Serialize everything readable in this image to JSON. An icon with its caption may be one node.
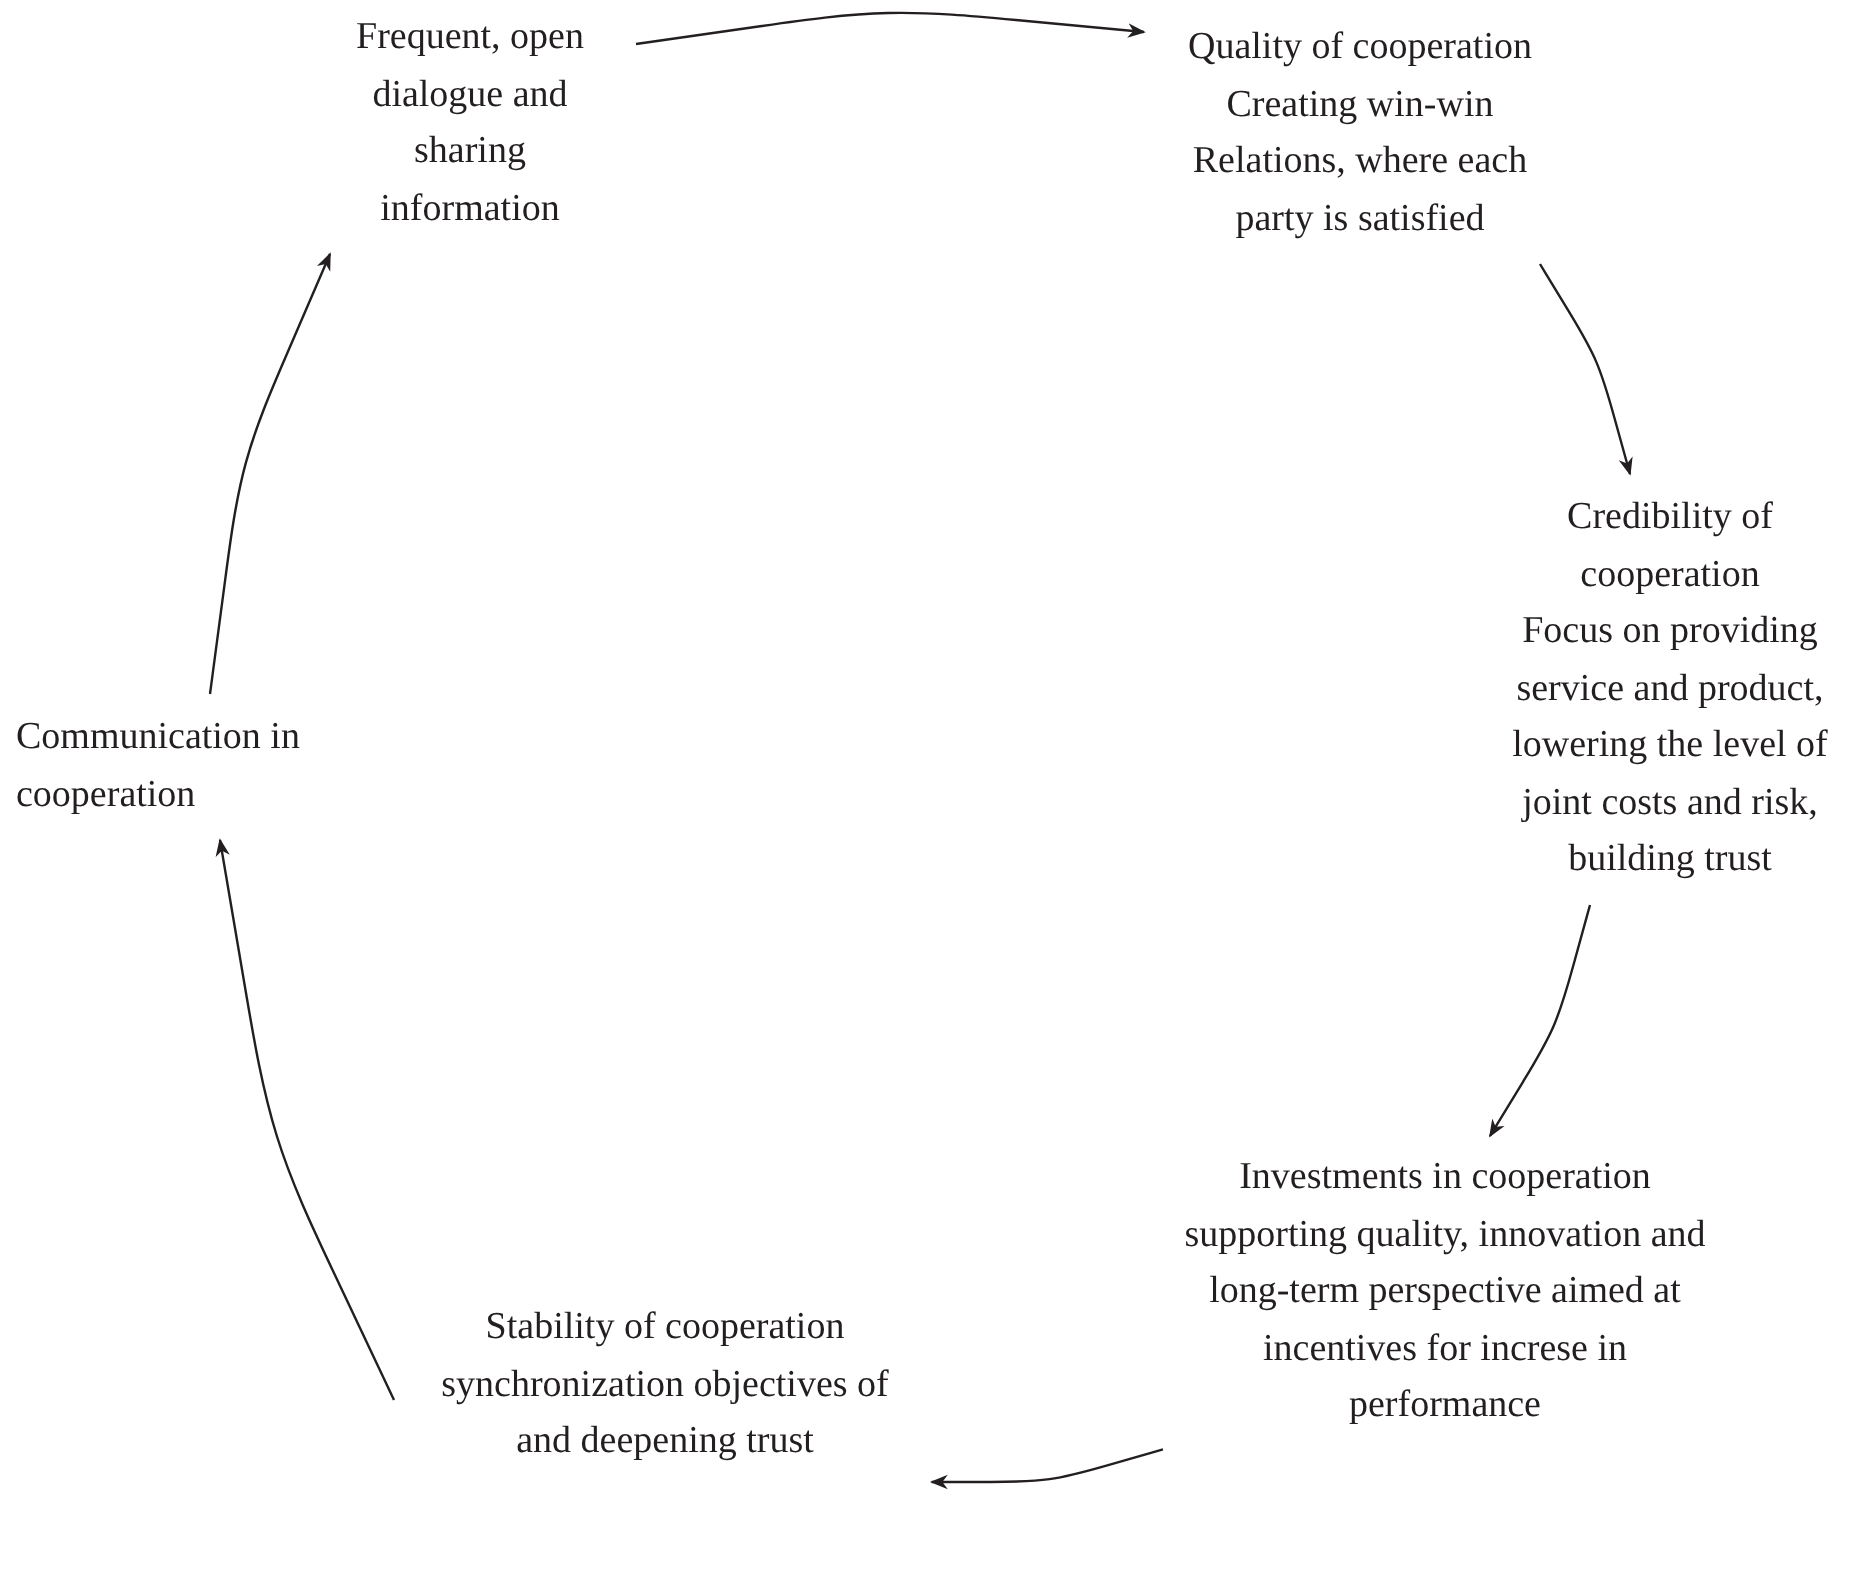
{
  "diagram": {
    "nodes": [
      {
        "text": [
          "Frequent, open dialogue and sharing information"
        ]
      },
      {
        "text": [
          "Quality of cooperation",
          "Creating win-win Relations, where each party is satisfied"
        ]
      },
      {
        "text": [
          "Credibility of cooperation",
          "Focus on providing service and product, lowering the level of joint costs and risk, building trust"
        ]
      },
      {
        "text": [
          "Investments in cooperation",
          "supporting quality, innovation and long-term perspective aimed at incentives for increse in performance"
        ]
      },
      {
        "text": [
          "Stability of cooperation",
          "synchronization objectives of and deepening trust"
        ]
      },
      {
        "text": [
          "Communication in cooperation"
        ]
      }
    ],
    "edges": [
      {
        "from": 0,
        "to": 1,
        "arrow": "to"
      },
      {
        "from": 1,
        "to": 2,
        "arrow": "to"
      },
      {
        "from": 2,
        "to": 3,
        "arrow": "to"
      },
      {
        "from": 3,
        "to": 4,
        "arrow": "to"
      },
      {
        "from": 4,
        "to": 5,
        "arrow": "to"
      },
      {
        "from": 5,
        "to": 0,
        "arrow": "to"
      }
    ]
  }
}
